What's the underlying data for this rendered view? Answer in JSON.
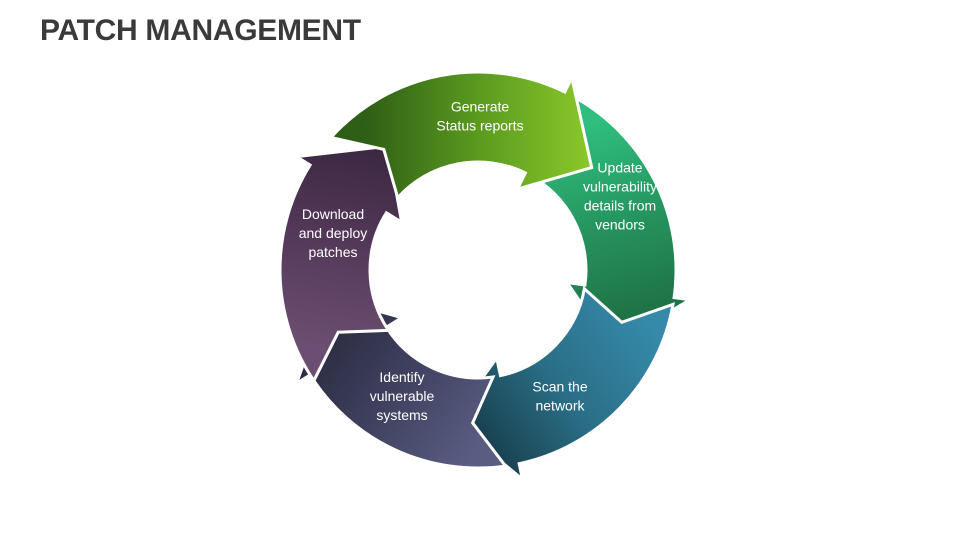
{
  "title": "PATCH MANAGEMENT",
  "cycle": {
    "steps": [
      {
        "id": "generate",
        "lines": [
          "Generate",
          "Status reports"
        ],
        "colors": [
          "#2f5e16",
          "#5a9a1f",
          "#8bc82a"
        ]
      },
      {
        "id": "update",
        "lines": [
          "Update",
          "vulnerability",
          "details from",
          "vendors"
        ],
        "colors": [
          "#2fbe7e",
          "#25915c",
          "#1d6a3f"
        ]
      },
      {
        "id": "scan",
        "lines": [
          "Scan the",
          "network"
        ],
        "colors": [
          "#3589a9",
          "#2a6e86",
          "#163a47"
        ]
      },
      {
        "id": "identify",
        "lines": [
          "Identify",
          "vulnerable",
          "systems"
        ],
        "colors": [
          "#5a5d82",
          "#3e405e",
          "#27283b"
        ]
      },
      {
        "id": "download",
        "lines": [
          "Download",
          "and deploy",
          "patches"
        ],
        "colors": [
          "#6c4e72",
          "#55395a",
          "#3a2740"
        ]
      }
    ]
  }
}
